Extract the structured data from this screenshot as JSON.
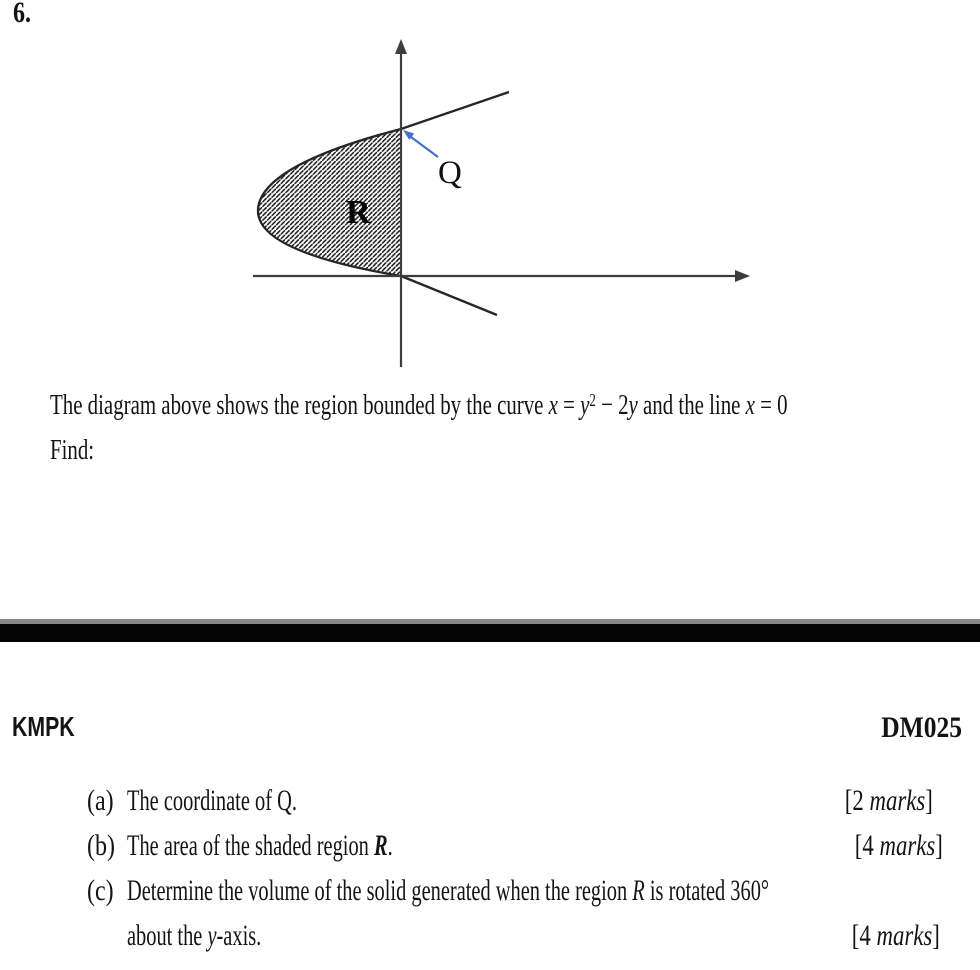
{
  "page": {
    "question_number": "6.",
    "find_label": "Find:",
    "intro": {
      "p1": "The diagram above shows the region bounded by the curve ",
      "x1": "x",
      "eq1": " = ",
      "y1": "y",
      "sup2": "2",
      "minus": " − 2",
      "y2": "y",
      "p2": " and the line ",
      "x2": "x",
      "eq2": " = 0"
    }
  },
  "diagram": {
    "point_label": "Q",
    "region_label": "R",
    "arrow_color": "#4472c4",
    "axis_color": "#3d3d3d",
    "curve_color": "#262626"
  },
  "page_header": {
    "left": "KMPK",
    "right": "DM025"
  },
  "questions": {
    "a": {
      "label": "(a)",
      "text": "The coordinate of Q.",
      "marks_pre": "[2 ",
      "marks_word": "marks",
      "marks_post": "]"
    },
    "b": {
      "label": "(b)",
      "t1": "The area of the shaded region ",
      "region": "R",
      "t2": ".",
      "marks_pre": "[4 ",
      "marks_word": "marks",
      "marks_post": "]"
    },
    "c": {
      "label": "(c)",
      "t1": "Determine the volume of the solid generated when the region ",
      "region": "R",
      "t2": " is rotated 360°",
      "l2a": "about the ",
      "l2var": "y",
      "l2b": "-axis.",
      "marks_pre": "[4 ",
      "marks_word": "marks",
      "marks_post": "]"
    }
  }
}
